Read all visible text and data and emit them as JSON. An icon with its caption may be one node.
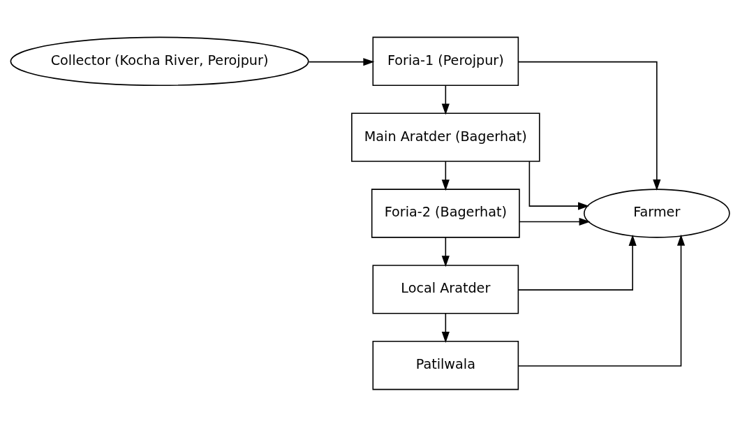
{
  "diagram": {
    "nodes": [
      {
        "text": [
          "Collector (Kocha River, Perojpur)"
        ]
      },
      {
        "text": [
          "Foria-1 (Perojpur)"
        ]
      },
      {
        "text": [
          "Main Aratder (Bagerhat)"
        ]
      },
      {
        "text": [
          "Foria-2 (Bagerhat)"
        ]
      },
      {
        "text": [
          "Local Aratder"
        ]
      },
      {
        "text": [
          "Patilwala"
        ]
      },
      {
        "text": [
          "Farmer"
        ]
      }
    ],
    "edges": [
      {
        "from": 0,
        "to": 1,
        "arrow": "to"
      },
      {
        "from": 1,
        "to": 2,
        "arrow": "to"
      },
      {
        "from": 2,
        "to": 3,
        "arrow": "to"
      },
      {
        "from": 3,
        "to": 4,
        "arrow": "to"
      },
      {
        "from": 4,
        "to": 5,
        "arrow": "to"
      },
      {
        "from": 1,
        "to": 6,
        "arrow": "to"
      },
      {
        "from": 2,
        "to": 6,
        "arrow": "to"
      },
      {
        "from": 3,
        "to": 6,
        "arrow": "to"
      },
      {
        "from": 4,
        "to": 6,
        "arrow": "to"
      },
      {
        "from": 5,
        "to": 6,
        "arrow": "to"
      }
    ]
  }
}
